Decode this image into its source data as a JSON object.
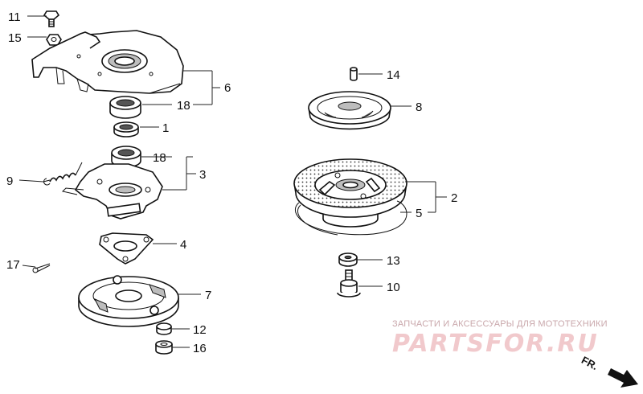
{
  "watermark": {
    "caption": "ЗАПЧАСТИ И АКСЕССУАРЫ ДЛЯ МОТОТЕХНИКИ",
    "logo": "PARTSFOR.RU"
  },
  "direction_label": "FR.",
  "part_numbers": {
    "p1": "1",
    "p2": "2",
    "p3": "3",
    "p4": "4",
    "p5": "5",
    "p6": "6",
    "p7": "7",
    "p8": "8",
    "p9": "9",
    "p10": "10",
    "p11": "11",
    "p12": "12",
    "p13": "13",
    "p14": "14",
    "p15": "15",
    "p16": "16",
    "p17": "17",
    "p18a": "18",
    "p18b": "18"
  }
}
